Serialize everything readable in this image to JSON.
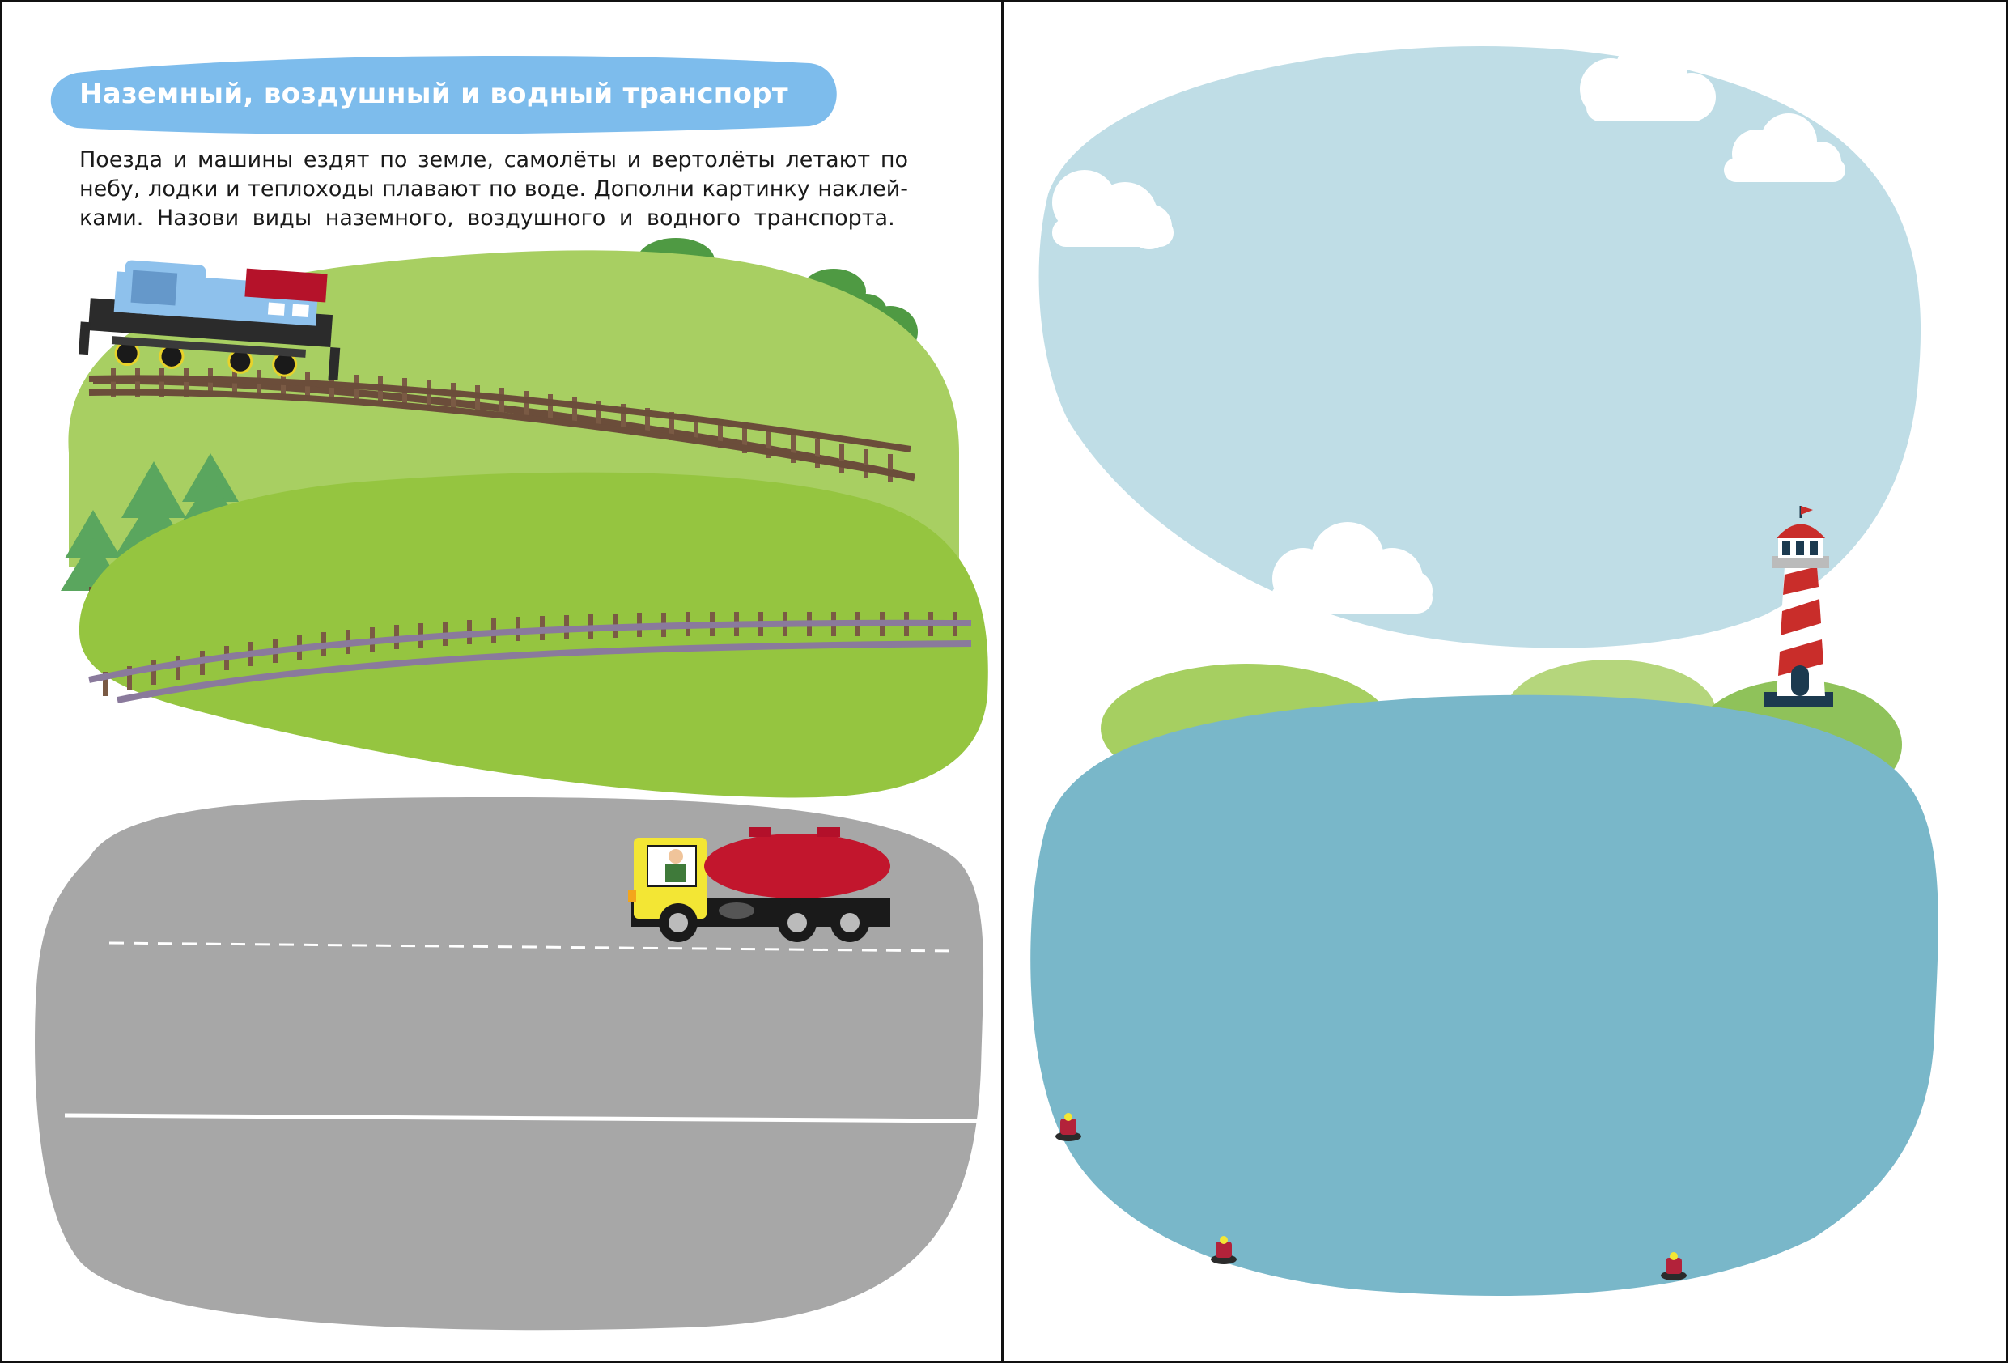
{
  "page": {
    "title": "Наземный, воздушный и водный  транспорт",
    "instructions": {
      "line1": "Поезда и машины ездят по земле, самолёты и вертолёты летают по",
      "line2": "небу, лодки и теплоходы плавают по воде. Дополни картинку наклей-",
      "line3": "ками. Назови виды наземного, воздушного и водного транспорта."
    }
  },
  "colors": {
    "title_pill": "#7dbcec",
    "hill_light": "#a8cf62",
    "hill_bright": "#95c540",
    "road": "#a7a7a7",
    "sky": "#bfdde6",
    "water": "#79b7c9",
    "shore": "#a6cf61",
    "rails": "#6b4d3a",
    "locomotive": "#8ec1ec",
    "tanker": "#c2162d",
    "truck_cab": "#f3e634",
    "lighthouse_stripe": "#c92d2a",
    "buoy": "#b3223a"
  },
  "illustrations": {
    "left_page": [
      "green-hills",
      "railway-tracks",
      "blue-locomotive",
      "trees",
      "road",
      "tanker-truck"
    ],
    "right_page": [
      "sky-area",
      "clouds",
      "lighthouse",
      "shore-hills",
      "water-area",
      "buoys"
    ]
  }
}
